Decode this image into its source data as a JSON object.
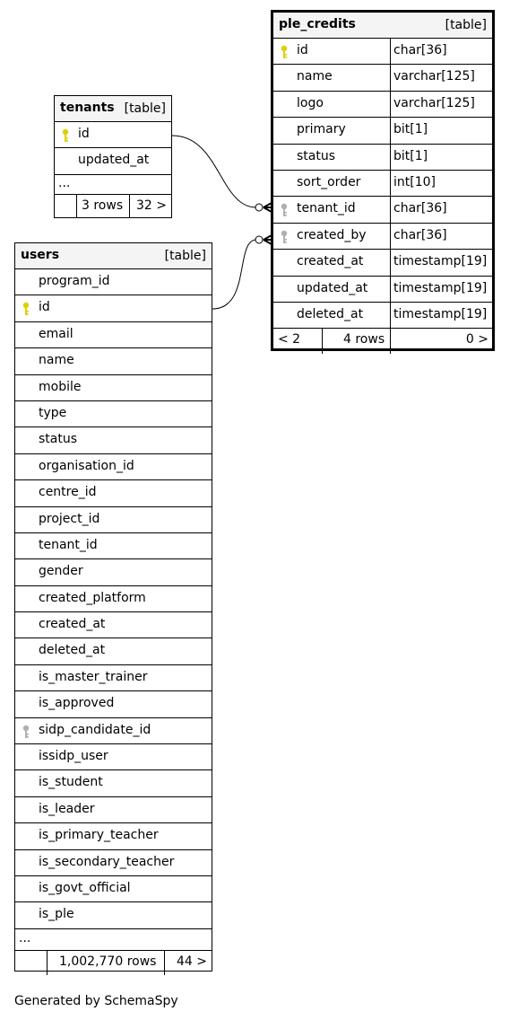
{
  "ple_credits": {
    "name": "ple_credits",
    "type_label": "[table]",
    "columns": [
      {
        "name": "id",
        "type": "char[36]",
        "key": "primary"
      },
      {
        "name": "name",
        "type": "varchar[125]",
        "key": ""
      },
      {
        "name": "logo",
        "type": "varchar[125]",
        "key": ""
      },
      {
        "name": "primary",
        "type": "bit[1]",
        "key": ""
      },
      {
        "name": "status",
        "type": "bit[1]",
        "key": ""
      },
      {
        "name": "sort_order",
        "type": "int[10]",
        "key": ""
      },
      {
        "name": "tenant_id",
        "type": "char[36]",
        "key": "foreign"
      },
      {
        "name": "created_by",
        "type": "char[36]",
        "key": "foreign"
      },
      {
        "name": "created_at",
        "type": "timestamp[19]",
        "key": ""
      },
      {
        "name": "updated_at",
        "type": "timestamp[19]",
        "key": ""
      },
      {
        "name": "deleted_at",
        "type": "timestamp[19]",
        "key": ""
      }
    ],
    "footer": {
      "parents": "< 2",
      "rows": "4 rows",
      "children": "0 >"
    }
  },
  "tenants": {
    "name": "tenants",
    "type_label": "[table]",
    "columns": [
      {
        "name": "id",
        "key": "primary"
      },
      {
        "name": "updated_at",
        "key": ""
      }
    ],
    "ellipsis": "...",
    "footer": {
      "rows": "3 rows",
      "children": "32 >"
    }
  },
  "users": {
    "name": "users",
    "type_label": "[table]",
    "columns": [
      {
        "name": "program_id",
        "key": ""
      },
      {
        "name": "id",
        "key": "primary"
      },
      {
        "name": "email",
        "key": ""
      },
      {
        "name": "name",
        "key": ""
      },
      {
        "name": "mobile",
        "key": ""
      },
      {
        "name": "type",
        "key": ""
      },
      {
        "name": "status",
        "key": ""
      },
      {
        "name": "organisation_id",
        "key": ""
      },
      {
        "name": "centre_id",
        "key": ""
      },
      {
        "name": "project_id",
        "key": ""
      },
      {
        "name": "tenant_id",
        "key": ""
      },
      {
        "name": "gender",
        "key": ""
      },
      {
        "name": "created_platform",
        "key": ""
      },
      {
        "name": "created_at",
        "key": ""
      },
      {
        "name": "deleted_at",
        "key": ""
      },
      {
        "name": "is_master_trainer",
        "key": ""
      },
      {
        "name": "is_approved",
        "key": ""
      },
      {
        "name": "sidp_candidate_id",
        "key": "foreign"
      },
      {
        "name": "issidp_user",
        "key": ""
      },
      {
        "name": "is_student",
        "key": ""
      },
      {
        "name": "is_leader",
        "key": ""
      },
      {
        "name": "is_primary_teacher",
        "key": ""
      },
      {
        "name": "is_secondary_teacher",
        "key": ""
      },
      {
        "name": "is_govt_official",
        "key": ""
      },
      {
        "name": "is_ple",
        "key": ""
      }
    ],
    "ellipsis": "...",
    "footer": {
      "rows": "1,002,770 rows",
      "children": "44 >"
    }
  },
  "generated_by": "Generated by SchemaSpy",
  "colors": {
    "primary_key": "#e0d000",
    "foreign_key": "#b0b0b0",
    "header_bg": "#f4f4f4"
  }
}
